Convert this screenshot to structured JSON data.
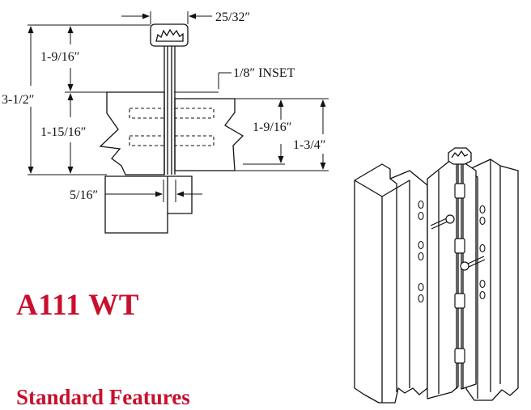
{
  "document": {
    "product_title": "A111 WT",
    "section_heading": "Standard Features",
    "accent_color": "#c8102e"
  },
  "dimensions": {
    "top_width": "25/32″",
    "inset": "1/8″ INSET",
    "upper_height": "1-9/16″",
    "overall_height": "3-1/2″",
    "lower_height": "1-15/16″",
    "right_leaf_height": "1-9/16″",
    "right_overall_height": "1-3/4″",
    "gap_width": "5/16″"
  },
  "illustrations": {
    "cross_section": "hinge-cross-section-drawing",
    "product": "continuous-hinge-illustration"
  }
}
